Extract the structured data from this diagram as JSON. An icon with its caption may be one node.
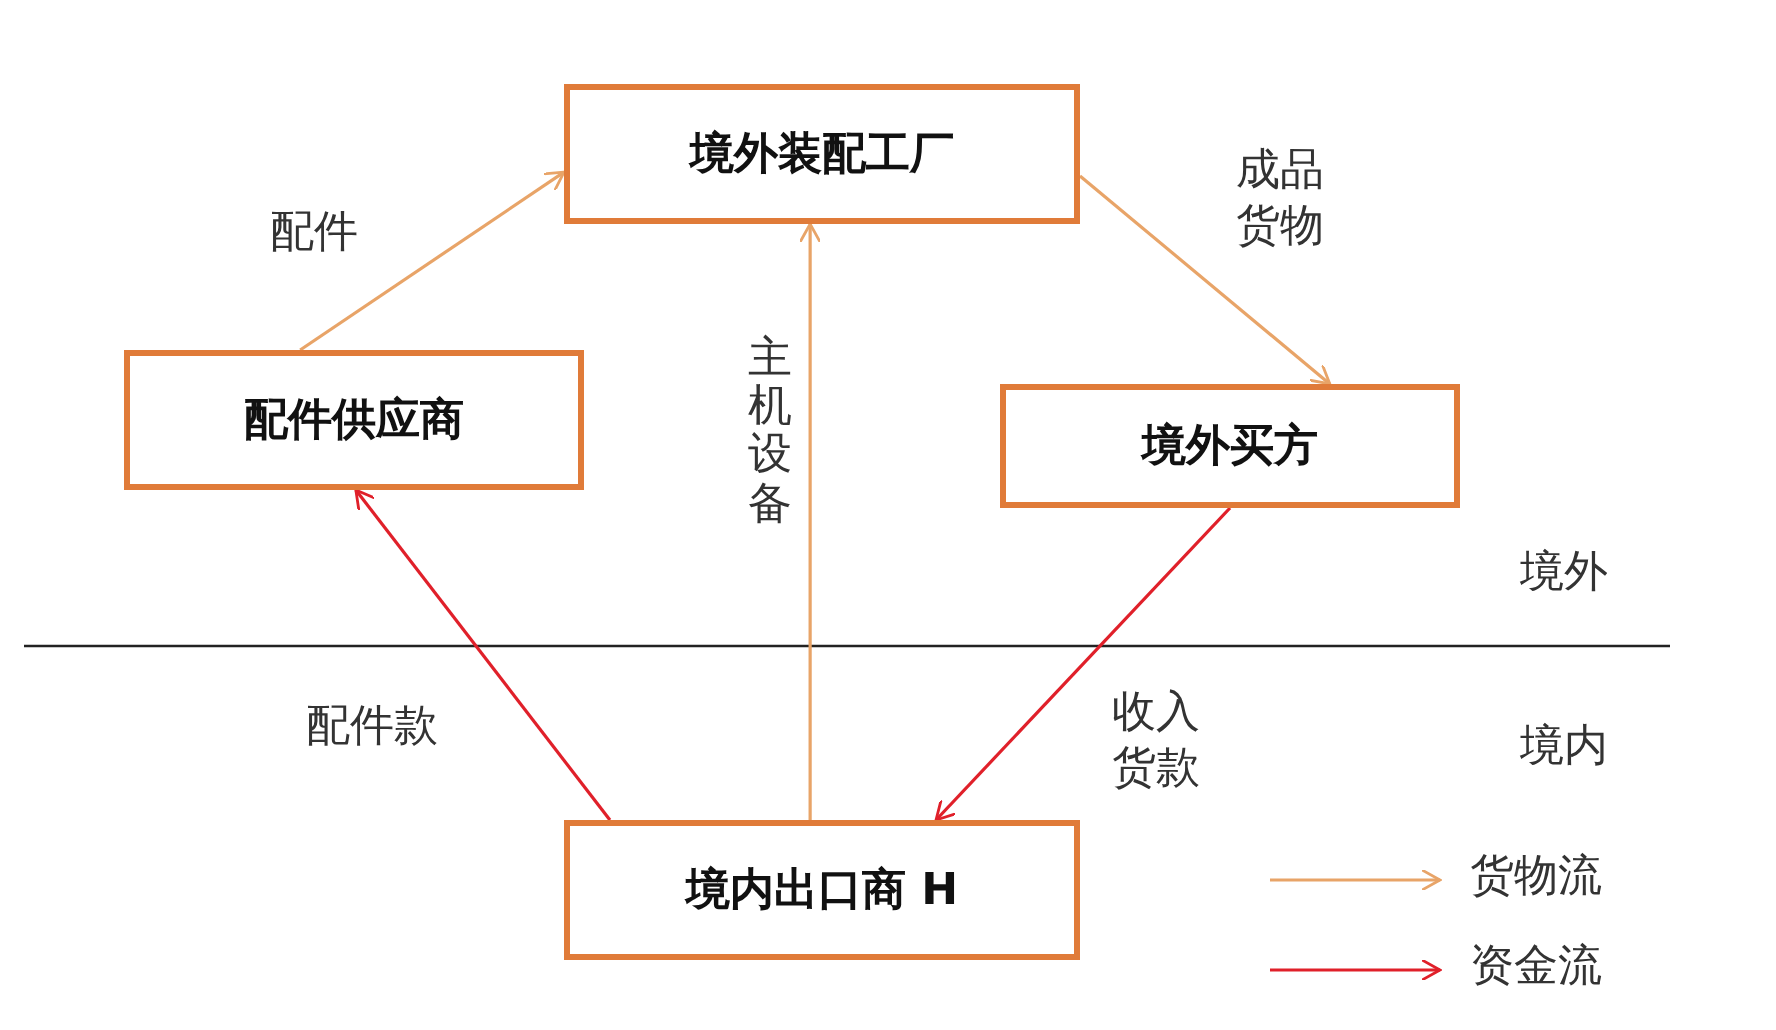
{
  "diagram": {
    "nodes": [
      {
        "text": [
          "境外装配工厂"
        ]
      },
      {
        "text": [
          "配件供应商"
        ]
      },
      {
        "text": [
          "境外买方"
        ]
      },
      {
        "text": [
          "境内出口商 H"
        ]
      }
    ],
    "edges": [
      {
        "from": 1,
        "to": 0,
        "arrow": "to",
        "label": "配件"
      },
      {
        "from": 0,
        "to": 2,
        "arrow": "to",
        "label": "成品货物"
      },
      {
        "from": 3,
        "to": 0,
        "arrow": "to",
        "label": "主机设备"
      },
      {
        "from": 2,
        "to": 3,
        "arrow": "to",
        "label": "收入货款",
        "color": "#e0202a"
      },
      {
        "from": 3,
        "to": 1,
        "arrow": "to",
        "label": "配件款",
        "color": "#e0202a"
      }
    ],
    "labels": [
      "境外",
      "境内"
    ],
    "legend": [
      {
        "text": "货物流"
      },
      {
        "text": "资金流"
      }
    ]
  }
}
